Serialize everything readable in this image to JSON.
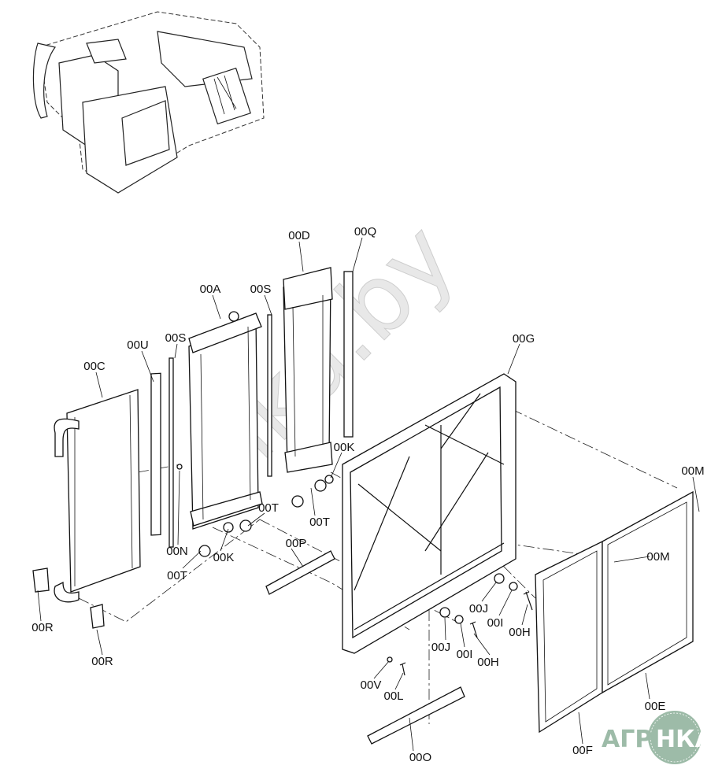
{
  "diagram": {
    "labels": {
      "d00D": "00D",
      "d00Q": "00Q",
      "d00A": "00A",
      "d00S_1": "00S",
      "d00S_2": "00S",
      "d00U": "00U",
      "d00C": "00C",
      "d00G": "00G",
      "d00K_1": "00K",
      "d00M_1": "00M",
      "d00T_1": "00T",
      "d00T_2": "00T",
      "d00N": "00N",
      "d00P": "00P",
      "d00K_2": "00K",
      "d00T_3": "00T",
      "d00M_2": "00M",
      "d00J_1": "00J",
      "d00I_1": "00I",
      "d00H_1": "00H",
      "d00R_1": "00R",
      "d00J_2": "00J",
      "d00I_2": "00I",
      "d00H_2": "00H",
      "d00R_2": "00R",
      "d00V": "00V",
      "d00L": "00L",
      "d00E": "00E",
      "d00O": "00O",
      "d00F": "00F"
    },
    "watermark": "nka.by",
    "logo": {
      "text_left": "АГРО",
      "text_right": "НКА",
      "color": "#9dbba8"
    }
  }
}
